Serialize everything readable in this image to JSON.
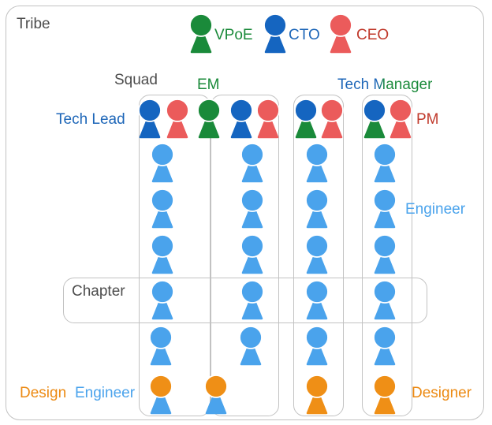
{
  "tribe": {
    "label": "Tribe"
  },
  "legend": {
    "vpoe": "VPoE",
    "cto": "CTO",
    "ceo": "CEO"
  },
  "labels": {
    "squad": "Squad",
    "em": "EM",
    "tech_manager": "Tech Manager",
    "tech_lead": "Tech Lead",
    "pm": "PM",
    "engineer": "Engineer",
    "chapter": "Chapter",
    "design_engineer_design": "Design",
    "design_engineer_engineer": "Engineer",
    "designer": "Designer"
  },
  "colors": {
    "green": "#1a8a3a",
    "dark_blue": "#1565c0",
    "light_blue": "#4aa3ec",
    "red": "#eb5b5b",
    "orange": "#ef8f16",
    "border": "#c2c2c2"
  }
}
